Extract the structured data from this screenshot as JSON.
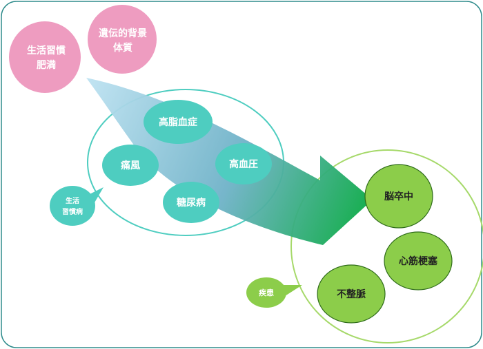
{
  "risk_factors": {
    "lifestyle": [
      "生活習慣",
      "肥満"
    ],
    "genetic": [
      "遺伝的背景",
      "体質"
    ]
  },
  "lifestyle_diseases": {
    "tag": [
      "生活",
      "習慣病"
    ],
    "items": [
      "高脂血症",
      "痛風",
      "高血圧",
      "糖尿病"
    ]
  },
  "diseases": {
    "tag": "疾患",
    "items": [
      "脳卒中",
      "心筋梗塞",
      "不整脈"
    ]
  },
  "colors": {
    "frame": "#2e8b8b",
    "pink": "#ee9cc0",
    "teal_fill": "#4ecdc0",
    "teal_ring": "#4ecdc0",
    "green_fill": "#8ccd4a",
    "green_ring": "#a6d96a",
    "green_node_stroke": "#2e6b1a",
    "arrow_start": "#bfe3f2",
    "arrow_mid": "#6fb2c8",
    "arrow_end": "#0aaa45"
  }
}
